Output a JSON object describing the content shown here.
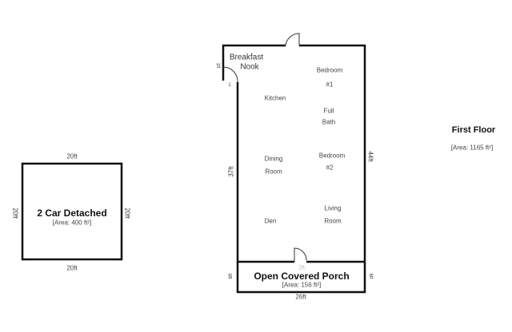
{
  "garage": {
    "name": "2 Car Detached",
    "area": "[Area: 400 ft²]",
    "top": "20ft",
    "bottom": "20ft",
    "left": "20ft",
    "right": "20ft"
  },
  "first_floor": {
    "title": "First Floor",
    "area": "[Area: 1165 ft²]",
    "left_dim": "37ft",
    "right_dim": "44ft",
    "notch_dim": "1ft",
    "notch_dim2": "1",
    "rooms": {
      "breakfast1": "Breakfast",
      "breakfast2": "Nook",
      "kitchen": "Kitchen",
      "bedroom1a": "Bedroom",
      "bedroom1b": "#1",
      "bath1": "Full",
      "bath2": "Bath",
      "dining1": "Dining",
      "dining2": "Room",
      "bedroom2a": "Bedroom",
      "bedroom2b": "#2",
      "living1": "Living",
      "living2": "Room",
      "den": "Den"
    }
  },
  "porch": {
    "name": "Open Covered Porch",
    "area": "[Area: 156 ft²]",
    "left": "6ft",
    "right": "6ft",
    "bottom": "26ft",
    "door_dim": "2ft"
  }
}
